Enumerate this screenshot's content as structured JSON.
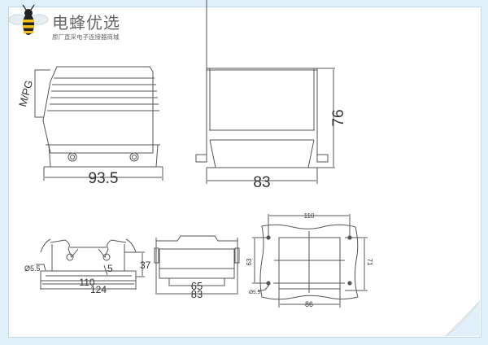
{
  "brand": {
    "name": "电蜂优选",
    "tagline": "原厂直采电子连接器商城",
    "logo_icon": "bee-icon"
  },
  "colors": {
    "background": "#dff0fb",
    "panel": "#ffffff",
    "line": "#555555",
    "bee_yellow": "#f2c21a",
    "bee_black": "#222222"
  },
  "views": {
    "side_view": {
      "label_thread": "M/PG",
      "width_dim": "93.5"
    },
    "front_view": {
      "width_dim": "83",
      "height_dim": "76"
    },
    "base_side_view": {
      "hole_dim": "Ø5.5",
      "height_dim": "37",
      "small_dim": "5",
      "inner_width_dim": "110",
      "outer_width_dim": "124"
    },
    "base_front_view": {
      "inner_width_dim": "65",
      "outer_width_dim": "83"
    },
    "panel_cutout_view": {
      "hole_spacing_x": "110",
      "hole_spacing_y": "63",
      "cutout_height": "71",
      "cutout_width": "86",
      "hole_dim": "Ø5.5"
    }
  }
}
